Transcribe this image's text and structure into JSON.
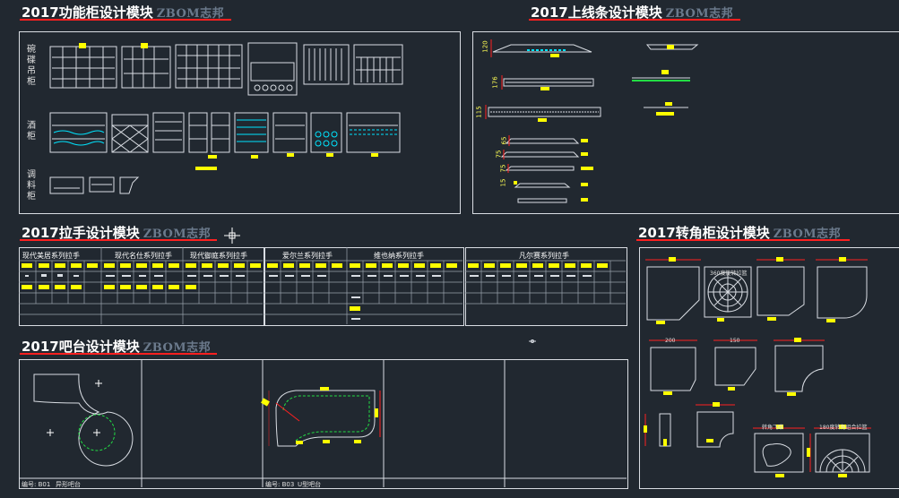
{
  "titles": {
    "functional": "2017功能柜设计模块",
    "topline": "2017上线条设计模块",
    "handle": "2017拉手设计模块",
    "corner": "2017转角柜设计模块",
    "bar": "2017吧台设计模块",
    "watermark": "ZBOM志邦"
  },
  "functional_labels": [
    "碗碟吊柜",
    "酒柜",
    "调料柜"
  ],
  "topline_dims": [
    "120",
    "176",
    "115",
    "65",
    "75",
    "75",
    "15"
  ],
  "handle_series": [
    "现代美居系列拉手",
    "现代名仕系列拉手",
    "现代御庭系列拉手",
    "爱尔兰系列拉手",
    "维也纳系列拉手",
    "凡尔赛系列拉手"
  ],
  "corner_labels": {
    "spin": "360度旋转拉篮",
    "d1": "200",
    "d2": "150",
    "corner_square": "转角飞碟",
    "corner_180": "180度转角组合拉篮"
  },
  "bar_labels": {
    "b1": "编号: B01",
    "b1_name": "异形吧台",
    "b2": "编号: B03",
    "b2_name": "U型吧台"
  },
  "colors": {
    "background": "#212830",
    "line": "#d9dde3",
    "highlight": "#ffff00",
    "accent_cyan": "#00e5ff",
    "accent_green": "#22dd44",
    "title_underline": "#ff2020"
  }
}
